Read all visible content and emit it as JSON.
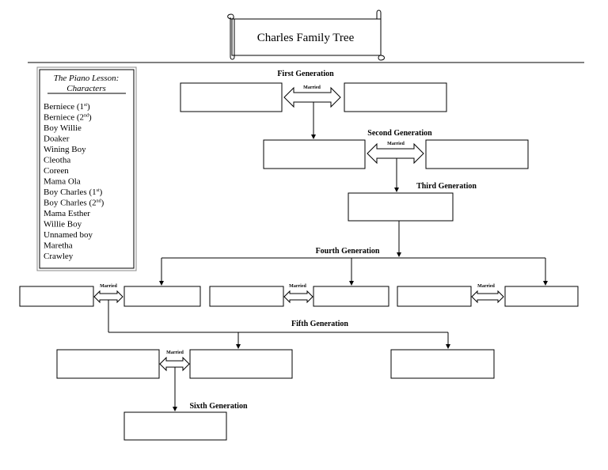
{
  "title": "Charles Family Tree",
  "sidebar": {
    "title_line1": "The Piano Lesson:",
    "title_line2": "Characters",
    "characters": [
      {
        "name": "Berniece (1",
        "sup": "st",
        "tail": ")"
      },
      {
        "name": "Berniece (2",
        "sup": "nd",
        "tail": ")"
      },
      {
        "name": "Boy Willie",
        "sup": "",
        "tail": ""
      },
      {
        "name": "Doaker",
        "sup": "",
        "tail": ""
      },
      {
        "name": "Wining Boy",
        "sup": "",
        "tail": ""
      },
      {
        "name": "Cleotha",
        "sup": "",
        "tail": ""
      },
      {
        "name": "Coreen",
        "sup": "",
        "tail": ""
      },
      {
        "name": "Mama Ola",
        "sup": "",
        "tail": ""
      },
      {
        "name": "Boy Charles (1",
        "sup": "st",
        "tail": ")"
      },
      {
        "name": "Boy Charles (2",
        "sup": "nd",
        "tail": ")"
      },
      {
        "name": "Mama Esther",
        "sup": "",
        "tail": ""
      },
      {
        "name": "Willie Boy",
        "sup": "",
        "tail": ""
      },
      {
        "name": "Unnamed boy",
        "sup": "",
        "tail": ""
      },
      {
        "name": "Maretha",
        "sup": "",
        "tail": ""
      },
      {
        "name": "Crawley",
        "sup": "",
        "tail": ""
      }
    ]
  },
  "generations": {
    "first": "First Generation",
    "second": "Second Generation",
    "third": "Third Generation",
    "fourth": "Fourth Generation",
    "fifth": "Fifth Generation",
    "sixth": "Sixth Generation"
  },
  "married_label": "Married"
}
